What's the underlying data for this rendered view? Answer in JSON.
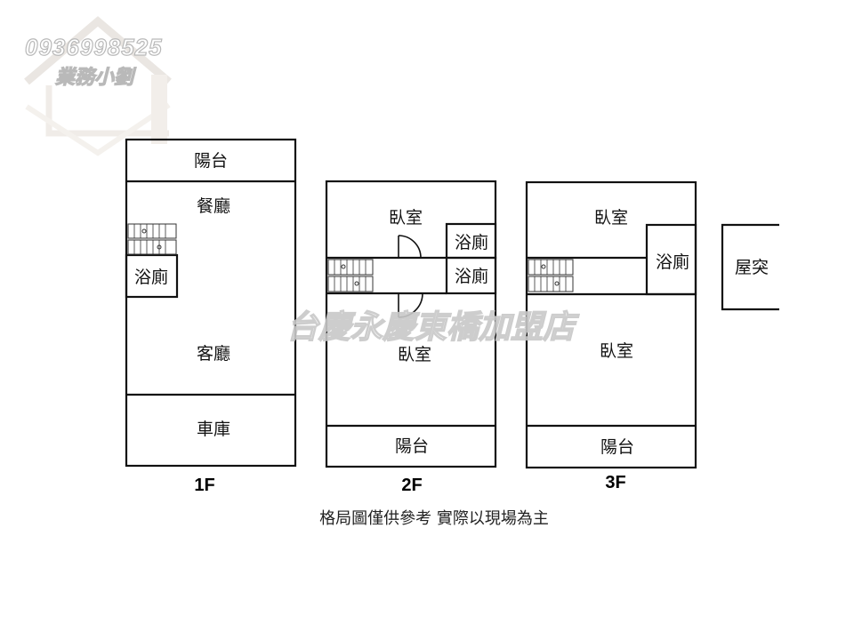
{
  "watermark": {
    "phone": "0936998525",
    "name": "業務小劉",
    "center": "台慶永慶東橋加盟店"
  },
  "floors": {
    "f1": {
      "label": "1F",
      "balcony": "陽台",
      "dining": "餐廳",
      "bathroom": "浴廁",
      "living": "客廳",
      "garage": "車庫"
    },
    "f2": {
      "label": "2F",
      "bedroom_top": "臥室",
      "bathroom_top": "浴廁",
      "bathroom_bottom": "浴廁",
      "bedroom_bottom": "臥室",
      "balcony": "陽台"
    },
    "f3": {
      "label": "3F",
      "bedroom_top": "臥室",
      "bathroom": "浴廁",
      "bedroom_bottom": "臥室",
      "balcony": "陽台",
      "rooftop": "屋突"
    }
  },
  "note": "格局圖僅供參考 實際以現場為主"
}
